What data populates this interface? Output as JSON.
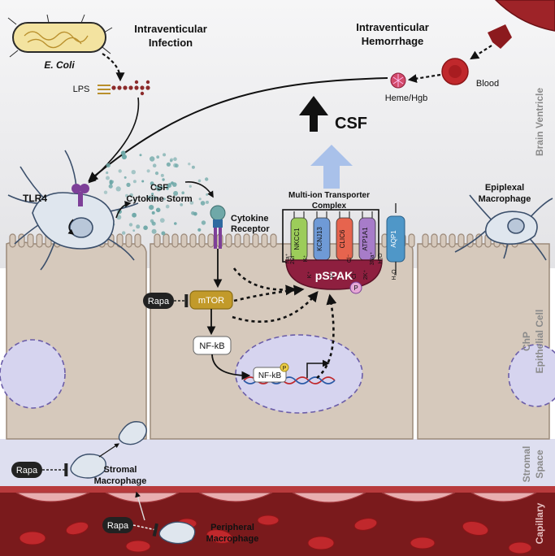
{
  "top": {
    "infection_title": [
      "Intraventicular",
      "Infection"
    ],
    "hemorrhage_title": [
      "Intraventicular",
      "Hemorrhage"
    ],
    "ecoli": "E. Coli",
    "lps": "LPS",
    "heme": "Heme/Hgb",
    "blood": "Blood",
    "csf": "CSF"
  },
  "cells": {
    "tlr4": "TLR4",
    "storm": [
      "CSF",
      "Cytokine Storm"
    ],
    "receptor": [
      "Cytokine",
      "Receptor"
    ],
    "transporter_title": [
      "Multi-ion Transporter",
      "Complex"
    ],
    "transporters": [
      "NKCC1",
      "KCNJ13",
      "CLIC6",
      "ATP1A1",
      "AQP1"
    ],
    "transporter_colors": [
      "#9ccc5a",
      "#6f9ad6",
      "#e6644e",
      "#a77cc9",
      "#4f97c8"
    ],
    "ions_top": [
      "K⁺",
      "K⁺",
      "Cl⁻",
      "2K⁺",
      "H₂O"
    ],
    "ions_bottom": [
      "Na⁺",
      "2Cl⁻",
      "K⁺",
      "Cl⁻",
      "3Na⁺",
      "H₂O"
    ],
    "pspak": "pSPAK",
    "phospho": "P",
    "mtor": "mTOR",
    "rapa": "Rapa",
    "nfkb": "NF-kB",
    "nfkb_nuclear": "NF-kB",
    "epiplexal": [
      "Epiplexal",
      "Macrophage"
    ],
    "stromal": [
      "Stromal",
      "Macrophage"
    ],
    "peripheral": [
      "Peripheral",
      "Macrophage"
    ]
  },
  "side_labels": {
    "ventricle": "Brain Ventricle",
    "epithelial": [
      "ChP",
      "Epithelial Cell"
    ],
    "stromal": [
      "Stromal",
      "Space"
    ],
    "capillary": "Capillary"
  },
  "colors": {
    "ventricle_bg": "#e8e8ea",
    "epithelial": "#d6c9bc",
    "nucleus": "#d6d4ef",
    "stroma_bg": "#dedff0",
    "capillary": "#7a1a1c",
    "rbc": "#c0282c",
    "pspak": "#8e1f3f",
    "mtor": "#c29a2a",
    "csf_arrow": "#a9c1ea"
  }
}
